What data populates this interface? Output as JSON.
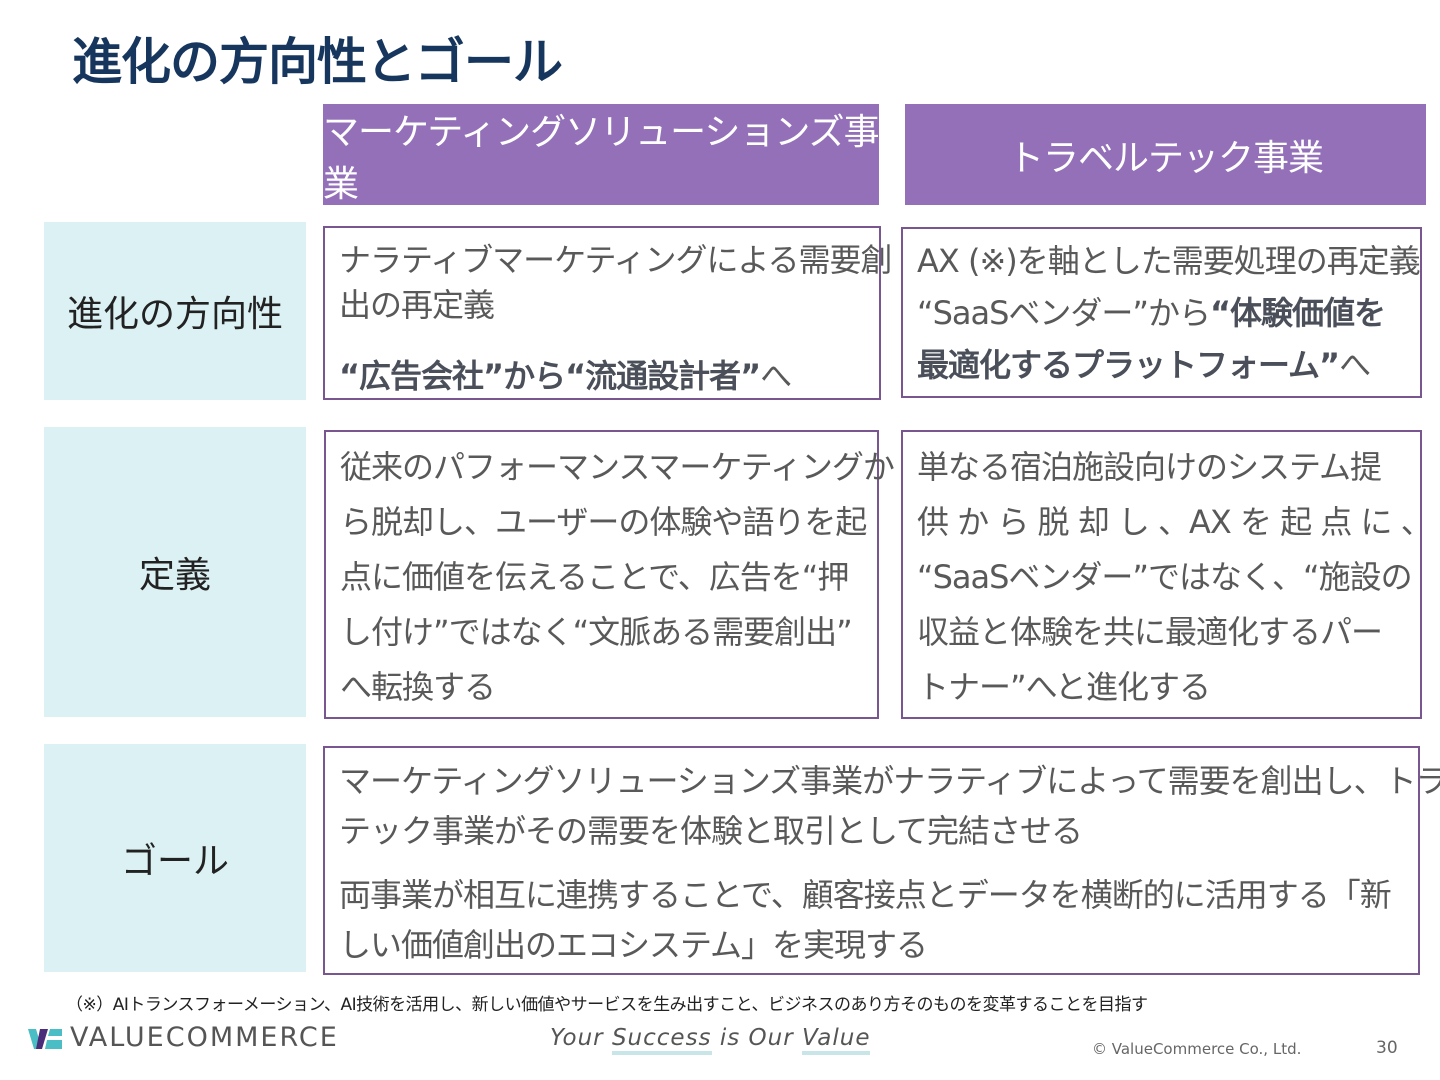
{
  "title": "進化の方向性とゴール",
  "columns": [
    "マーケティングソリューションズ事業",
    "トラベルテック事業"
  ],
  "rows": [
    {
      "label": "進化の方向性",
      "marketing": {
        "lines": [
          "ナラティブマーケティングによる需要創",
          "出の再定義"
        ],
        "bold": "“広告会社”から“流通設計者”",
        "tail": "へ"
      },
      "travel": {
        "line1": "AX (※)を軸とした需要処理の再定義",
        "line2_normal": "“SaaSベンダー”から",
        "line2_bold": "“体験価値を",
        "line3_bold": "最適化するプラットフォーム”",
        "tail": "へ"
      }
    },
    {
      "label": "定義",
      "marketing": {
        "lines": [
          "従来のパフォーマンスマーケティングか",
          "ら脱却し、ユーザーの体験や語りを起",
          "点に価値を伝えることで、広告を“押",
          "し付け”ではなく“文脈ある需要創出”",
          "へ転換する"
        ]
      },
      "travel": {
        "lines": [
          "単なる宿泊施設向けのシステム提",
          "供 か ら 脱 却 し 、AX を 起 点 に 、",
          "“SaaSベンダー”ではなく、“施設の",
          "収益と体験を共に最適化するパー",
          "トナー”へと進化する"
        ]
      }
    },
    {
      "label": "ゴール",
      "lines1": [
        "マーケティングソリューションズ事業がナラティブによって需要を創出し、トラベル",
        "テック事業がその需要を体験と取引として完結させる"
      ],
      "lines2": [
        "両事業が相互に連携することで、顧客接点とデータを横断的に活用する「新",
        "しい価値創出のエコシステム」を実現する"
      ]
    }
  ],
  "footnote": "（※）AIトランスフォーメーション、AI技術を活用し、新しい価値やサービスを生み出すこと、ビジネスのあり方そのものを変革することを目指す",
  "footer": {
    "brand": "VALUECOMMERCE",
    "tagline": [
      "Your",
      "Success",
      "is",
      "Our",
      "Value"
    ],
    "copyright": "© ValueCommerce Co., Ltd.",
    "page": "30"
  },
  "colors": {
    "title": "#17365d",
    "header": "#9370b8",
    "label_bg": "#dcf1f3",
    "border": "#7a5690"
  }
}
